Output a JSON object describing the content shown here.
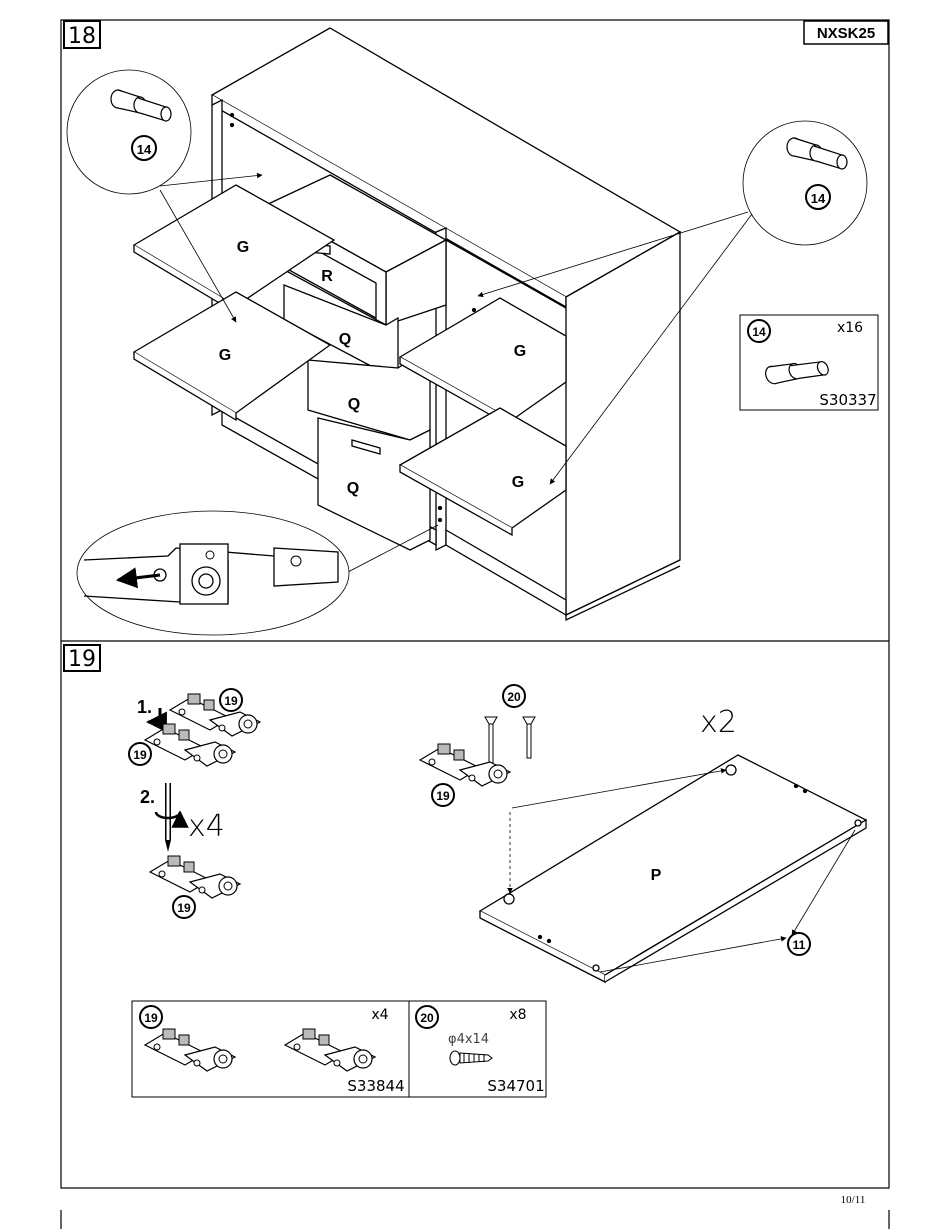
{
  "header": {
    "model_code": "NXSK25"
  },
  "footer": {
    "page": "10/11"
  },
  "step18": {
    "number": "18",
    "labels": {
      "panel_g": "G",
      "drawer_r": "R",
      "drawer_q": "Q"
    },
    "callout_part": "14",
    "parts_box": {
      "part": "14",
      "qty": "x16",
      "code": "S30337"
    }
  },
  "step19": {
    "number": "19",
    "sub_steps": [
      "1.",
      "2."
    ],
    "times_four": "x4",
    "times_two": "x2",
    "part_hinge": "19",
    "part_screw": "20",
    "part_door": "P",
    "part_hole": "11",
    "parts_box_hinge": {
      "part": "19",
      "qty": "x4",
      "code": "S33844"
    },
    "parts_box_screw": {
      "part": "20",
      "qty": "x8",
      "size": "φ4x14",
      "code": "S34701"
    }
  }
}
